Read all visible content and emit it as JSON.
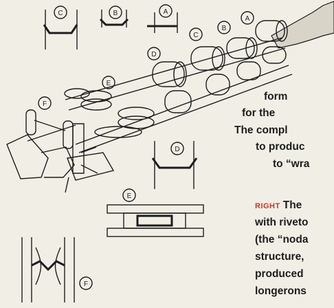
{
  "diagram": {
    "labels": [
      "C",
      "B",
      "A",
      "A",
      "B",
      "C",
      "D",
      "E",
      "F",
      "D",
      "E",
      "F"
    ]
  },
  "caption_upper": {
    "lines": [
      "form",
      "for the",
      "The compl",
      "to produc",
      "to “wra"
    ]
  },
  "caption_lower": {
    "lead": "RIGHT",
    "lines": [
      "The",
      "with riveto",
      "(the “noda",
      "structure,",
      "produced",
      "longerons"
    ]
  }
}
